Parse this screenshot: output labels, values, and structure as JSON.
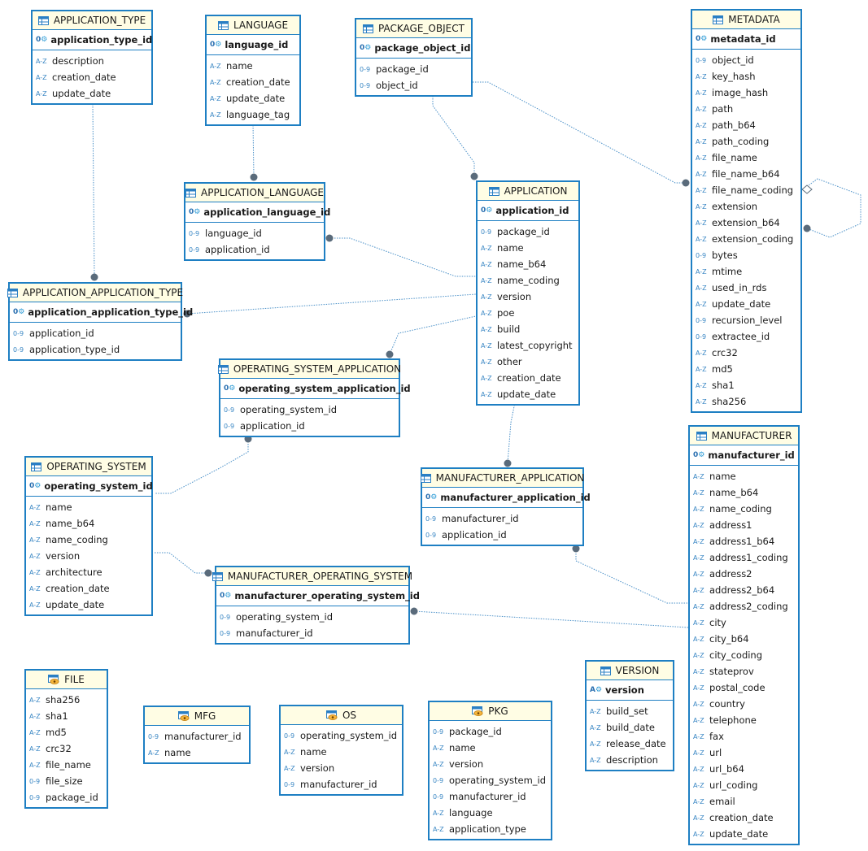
{
  "colors": {
    "border": "#1e7fc3",
    "header_bg": "#fffde4",
    "connector": "#4a90c8",
    "dot": "#5a6b7b"
  },
  "entities": [
    {
      "id": "application_type",
      "kind": "table",
      "title": "APPLICATION_TYPE",
      "pk": "application_type_id",
      "pk_type": "0-9",
      "columns": [
        {
          "type": "A-Z",
          "name": "description"
        },
        {
          "type": "A-Z",
          "name": "creation_date"
        },
        {
          "type": "A-Z",
          "name": "update_date"
        }
      ]
    },
    {
      "id": "language",
      "kind": "table",
      "title": "LANGUAGE",
      "pk": "language_id",
      "pk_type": "0-9",
      "columns": [
        {
          "type": "A-Z",
          "name": "name"
        },
        {
          "type": "A-Z",
          "name": "creation_date"
        },
        {
          "type": "A-Z",
          "name": "update_date"
        },
        {
          "type": "A-Z",
          "name": "language_tag"
        }
      ]
    },
    {
      "id": "package_object",
      "kind": "table",
      "title": "PACKAGE_OBJECT",
      "pk": "package_object_id",
      "pk_type": "0-9",
      "columns": [
        {
          "type": "0-9",
          "name": "package_id"
        },
        {
          "type": "0-9",
          "name": "object_id"
        }
      ]
    },
    {
      "id": "metadata",
      "kind": "table",
      "title": "METADATA",
      "pk": "metadata_id",
      "pk_type": "0-9",
      "columns": [
        {
          "type": "0-9",
          "name": "object_id"
        },
        {
          "type": "A-Z",
          "name": "key_hash"
        },
        {
          "type": "A-Z",
          "name": "image_hash"
        },
        {
          "type": "A-Z",
          "name": "path"
        },
        {
          "type": "A-Z",
          "name": "path_b64"
        },
        {
          "type": "A-Z",
          "name": "path_coding"
        },
        {
          "type": "A-Z",
          "name": "file_name"
        },
        {
          "type": "A-Z",
          "name": "file_name_b64"
        },
        {
          "type": "A-Z",
          "name": "file_name_coding"
        },
        {
          "type": "A-Z",
          "name": "extension"
        },
        {
          "type": "A-Z",
          "name": "extension_b64"
        },
        {
          "type": "A-Z",
          "name": "extension_coding"
        },
        {
          "type": "0-9",
          "name": "bytes"
        },
        {
          "type": "A-Z",
          "name": "mtime"
        },
        {
          "type": "A-Z",
          "name": "used_in_rds"
        },
        {
          "type": "A-Z",
          "name": "update_date"
        },
        {
          "type": "0-9",
          "name": "recursion_level"
        },
        {
          "type": "0-9",
          "name": "extractee_id"
        },
        {
          "type": "A-Z",
          "name": "crc32"
        },
        {
          "type": "A-Z",
          "name": "md5"
        },
        {
          "type": "A-Z",
          "name": "sha1"
        },
        {
          "type": "A-Z",
          "name": "sha256"
        }
      ]
    },
    {
      "id": "application_language",
      "kind": "table",
      "title": "APPLICATION_LANGUAGE",
      "pk": "application_language_id",
      "pk_type": "0-9",
      "columns": [
        {
          "type": "0-9",
          "name": "language_id"
        },
        {
          "type": "0-9",
          "name": "application_id"
        }
      ]
    },
    {
      "id": "application",
      "kind": "table",
      "title": "APPLICATION",
      "pk": "application_id",
      "pk_type": "0-9",
      "columns": [
        {
          "type": "0-9",
          "name": "package_id"
        },
        {
          "type": "A-Z",
          "name": "name"
        },
        {
          "type": "A-Z",
          "name": "name_b64"
        },
        {
          "type": "A-Z",
          "name": "name_coding"
        },
        {
          "type": "A-Z",
          "name": "version"
        },
        {
          "type": "A-Z",
          "name": "poe"
        },
        {
          "type": "A-Z",
          "name": "build"
        },
        {
          "type": "A-Z",
          "name": "latest_copyright"
        },
        {
          "type": "A-Z",
          "name": "other"
        },
        {
          "type": "A-Z",
          "name": "creation_date"
        },
        {
          "type": "A-Z",
          "name": "update_date"
        }
      ]
    },
    {
      "id": "application_application_type",
      "kind": "table",
      "title": "APPLICATION_APPLICATION_TYPE",
      "pk": "application_application_type_id",
      "pk_type": "0-9",
      "columns": [
        {
          "type": "0-9",
          "name": "application_id"
        },
        {
          "type": "0-9",
          "name": "application_type_id"
        }
      ]
    },
    {
      "id": "operating_system_application",
      "kind": "table",
      "title": "OPERATING_SYSTEM_APPLICATION",
      "pk": "operating_system_application_id",
      "pk_type": "0-9",
      "columns": [
        {
          "type": "0-9",
          "name": "operating_system_id"
        },
        {
          "type": "0-9",
          "name": "application_id"
        }
      ]
    },
    {
      "id": "operating_system",
      "kind": "table",
      "title": "OPERATING_SYSTEM",
      "pk": "operating_system_id",
      "pk_type": "0-9",
      "columns": [
        {
          "type": "A-Z",
          "name": "name"
        },
        {
          "type": "A-Z",
          "name": "name_b64"
        },
        {
          "type": "A-Z",
          "name": "name_coding"
        },
        {
          "type": "A-Z",
          "name": "version"
        },
        {
          "type": "A-Z",
          "name": "architecture"
        },
        {
          "type": "A-Z",
          "name": "creation_date"
        },
        {
          "type": "A-Z",
          "name": "update_date"
        }
      ]
    },
    {
      "id": "manufacturer_application",
      "kind": "table",
      "title": "MANUFACTURER_APPLICATION",
      "pk": "manufacturer_application_id",
      "pk_type": "0-9",
      "columns": [
        {
          "type": "0-9",
          "name": "manufacturer_id"
        },
        {
          "type": "0-9",
          "name": "application_id"
        }
      ]
    },
    {
      "id": "manufacturer_operating_system",
      "kind": "table",
      "title": "MANUFACTURER_OPERATING_SYSTEM",
      "pk": "manufacturer_operating_system_id",
      "pk_type": "0-9",
      "columns": [
        {
          "type": "0-9",
          "name": "operating_system_id"
        },
        {
          "type": "0-9",
          "name": "manufacturer_id"
        }
      ]
    },
    {
      "id": "manufacturer",
      "kind": "table",
      "title": "MANUFACTURER",
      "pk": "manufacturer_id",
      "pk_type": "0-9",
      "columns": [
        {
          "type": "A-Z",
          "name": "name"
        },
        {
          "type": "A-Z",
          "name": "name_b64"
        },
        {
          "type": "A-Z",
          "name": "name_coding"
        },
        {
          "type": "A-Z",
          "name": "address1"
        },
        {
          "type": "A-Z",
          "name": "address1_b64"
        },
        {
          "type": "A-Z",
          "name": "address1_coding"
        },
        {
          "type": "A-Z",
          "name": "address2"
        },
        {
          "type": "A-Z",
          "name": "address2_b64"
        },
        {
          "type": "A-Z",
          "name": "address2_coding"
        },
        {
          "type": "A-Z",
          "name": "city"
        },
        {
          "type": "A-Z",
          "name": "city_b64"
        },
        {
          "type": "A-Z",
          "name": "city_coding"
        },
        {
          "type": "A-Z",
          "name": "stateprov"
        },
        {
          "type": "A-Z",
          "name": "postal_code"
        },
        {
          "type": "A-Z",
          "name": "country"
        },
        {
          "type": "A-Z",
          "name": "telephone"
        },
        {
          "type": "A-Z",
          "name": "fax"
        },
        {
          "type": "A-Z",
          "name": "url"
        },
        {
          "type": "A-Z",
          "name": "url_b64"
        },
        {
          "type": "A-Z",
          "name": "url_coding"
        },
        {
          "type": "A-Z",
          "name": "email"
        },
        {
          "type": "A-Z",
          "name": "creation_date"
        },
        {
          "type": "A-Z",
          "name": "update_date"
        }
      ]
    },
    {
      "id": "version",
      "kind": "table",
      "title": "VERSION",
      "pk": "version",
      "pk_type": "A-Z",
      "columns": [
        {
          "type": "A-Z",
          "name": "build_set"
        },
        {
          "type": "A-Z",
          "name": "build_date"
        },
        {
          "type": "A-Z",
          "name": "release_date"
        },
        {
          "type": "A-Z",
          "name": "description"
        }
      ]
    },
    {
      "id": "file",
      "kind": "view",
      "title": "FILE",
      "pk": null,
      "columns": [
        {
          "type": "A-Z",
          "name": "sha256"
        },
        {
          "type": "A-Z",
          "name": "sha1"
        },
        {
          "type": "A-Z",
          "name": "md5"
        },
        {
          "type": "A-Z",
          "name": "crc32"
        },
        {
          "type": "A-Z",
          "name": "file_name"
        },
        {
          "type": "0-9",
          "name": "file_size"
        },
        {
          "type": "0-9",
          "name": "package_id"
        }
      ]
    },
    {
      "id": "mfg",
      "kind": "view",
      "title": "MFG",
      "pk": null,
      "columns": [
        {
          "type": "0-9",
          "name": "manufacturer_id"
        },
        {
          "type": "A-Z",
          "name": "name"
        }
      ]
    },
    {
      "id": "os",
      "kind": "view",
      "title": "OS",
      "pk": null,
      "columns": [
        {
          "type": "0-9",
          "name": "operating_system_id"
        },
        {
          "type": "A-Z",
          "name": "name"
        },
        {
          "type": "A-Z",
          "name": "version"
        },
        {
          "type": "0-9",
          "name": "manufacturer_id"
        }
      ]
    },
    {
      "id": "pkg",
      "kind": "view",
      "title": "PKG",
      "pk": null,
      "columns": [
        {
          "type": "0-9",
          "name": "package_id"
        },
        {
          "type": "A-Z",
          "name": "name"
        },
        {
          "type": "A-Z",
          "name": "version"
        },
        {
          "type": "0-9",
          "name": "operating_system_id"
        },
        {
          "type": "0-9",
          "name": "manufacturer_id"
        },
        {
          "type": "A-Z",
          "name": "language"
        },
        {
          "type": "A-Z",
          "name": "application_type"
        }
      ]
    }
  ],
  "relationships": [
    {
      "from": "application_application_type",
      "to": "application_type"
    },
    {
      "from": "application_language",
      "to": "language"
    },
    {
      "from": "application",
      "to": "package_object"
    },
    {
      "from": "metadata",
      "to": "package_object"
    },
    {
      "from": "metadata",
      "to": "metadata"
    },
    {
      "from": "application_language",
      "to": "application"
    },
    {
      "from": "application_application_type",
      "to": "application"
    },
    {
      "from": "operating_system_application",
      "to": "application"
    },
    {
      "from": "operating_system_application",
      "to": "operating_system"
    },
    {
      "from": "manufacturer_application",
      "to": "application"
    },
    {
      "from": "manufacturer_operating_system",
      "to": "operating_system"
    },
    {
      "from": "manufacturer_application",
      "to": "manufacturer"
    },
    {
      "from": "manufacturer_operating_system",
      "to": "manufacturer"
    }
  ]
}
